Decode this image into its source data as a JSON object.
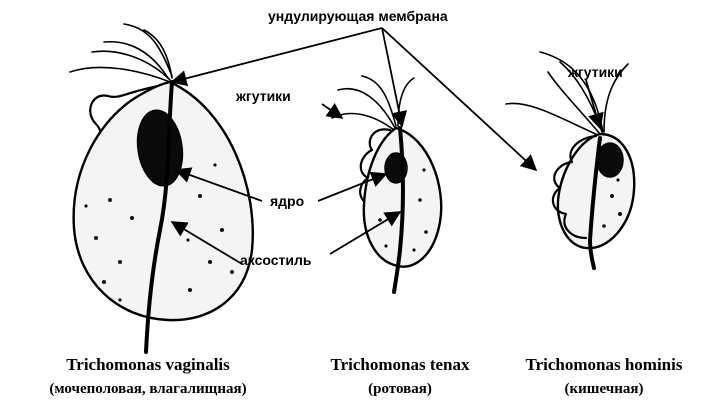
{
  "labels": {
    "undulating_membrane": "ундулирующая мембрана",
    "flagella_center": "жгутики",
    "flagella_right": "жгутики",
    "nucleus": "ядро",
    "axostyle": "аксостиль"
  },
  "species": [
    {
      "name": "Trichomonas vaginalis",
      "habitat": "(мочеполовая, влагалищная)"
    },
    {
      "name": "Trichomonas tenax",
      "habitat": "(ротовая)"
    },
    {
      "name": "Trichomonas hominis",
      "habitat": "(кишечная)"
    }
  ]
}
